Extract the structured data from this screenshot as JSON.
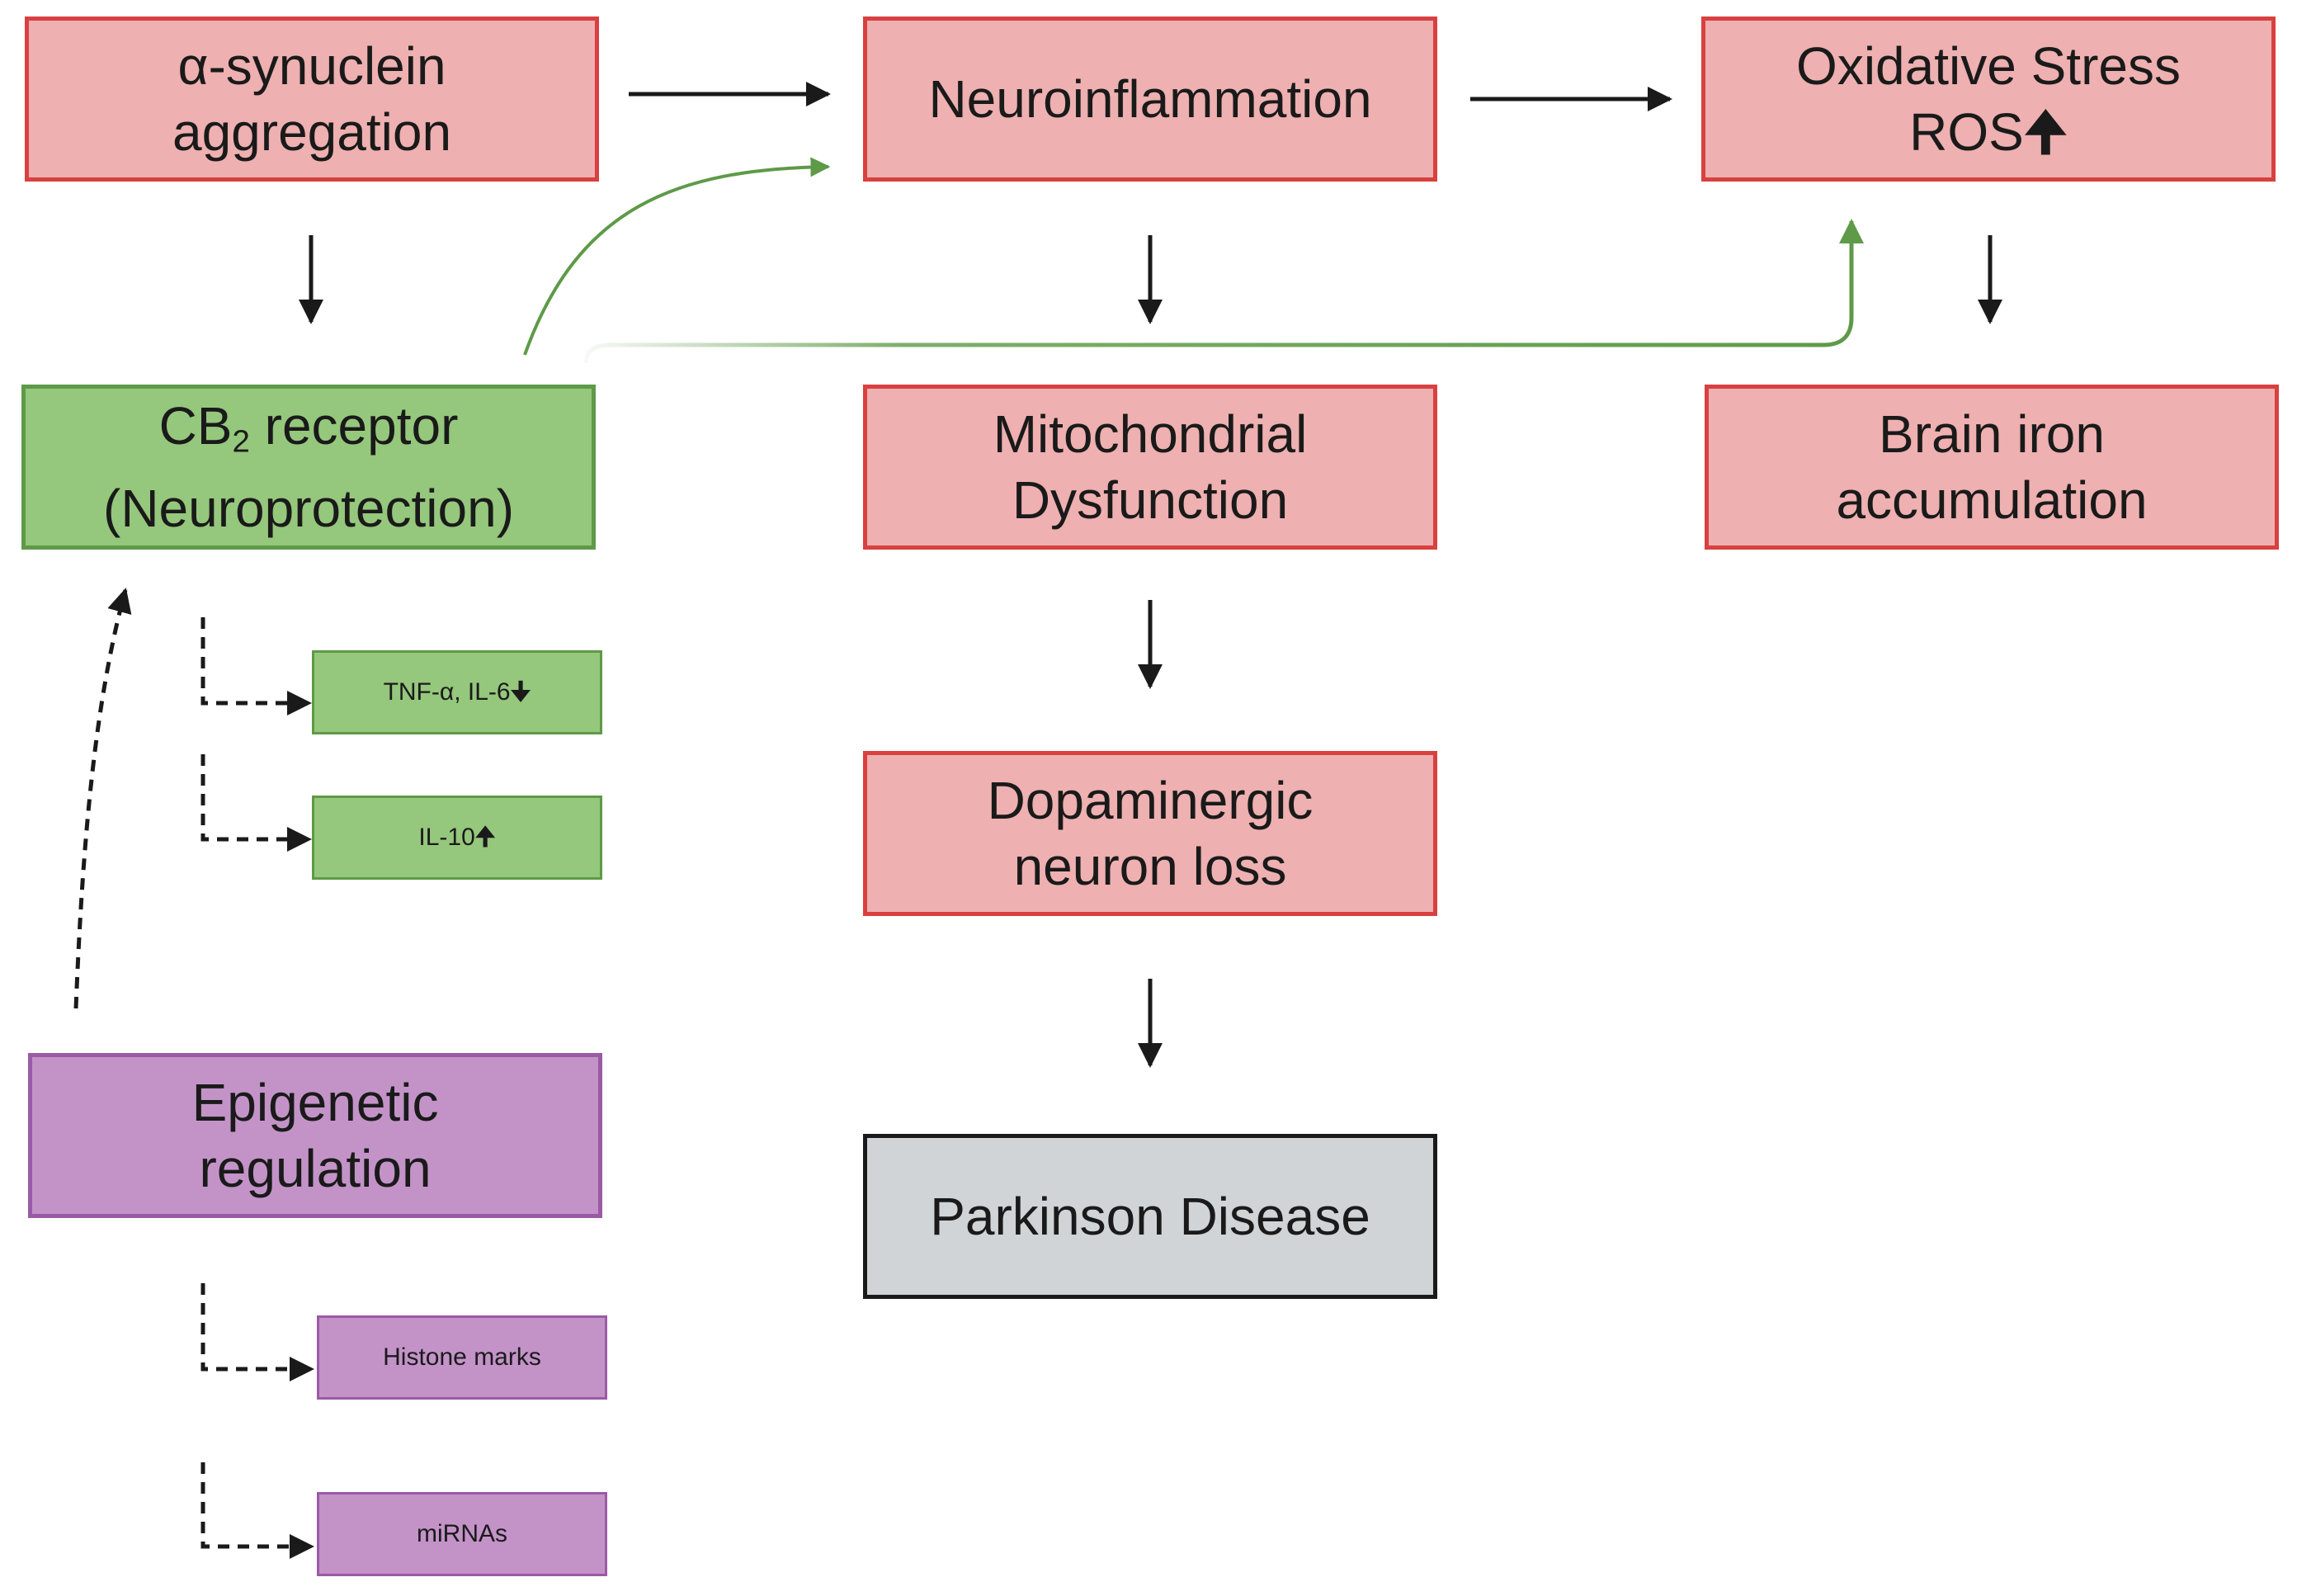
{
  "nodes": {
    "synuclein": {
      "line1": "α-synuclein",
      "line2": "aggregation"
    },
    "neuroinflammation": {
      "line1": "Neuroinflammation"
    },
    "oxidative": {
      "line1": "Oxidative Stress",
      "line2": "ROS",
      "arrow": "🠉"
    },
    "cb2": {
      "prefix": "CB",
      "sub": "2",
      "suffix": " receptor",
      "line2": "(Neuroprotection)"
    },
    "mito": {
      "line1": "Mitochondrial",
      "line2": "Dysfunction"
    },
    "iron": {
      "line1": "Brain iron",
      "line2": "accumulation"
    },
    "tnf": {
      "label": "TNF-α, IL-6",
      "arrow": "🠋"
    },
    "il10": {
      "label": "IL-10",
      "arrow": "🠉"
    },
    "dopa": {
      "line1": "Dopaminergic",
      "line2": "neuron loss"
    },
    "epigenetic": {
      "line1": "Epigenetic",
      "line2": "regulation"
    },
    "parkinson": {
      "line1": "Parkinson Disease"
    },
    "histone": {
      "label": "Histone marks"
    },
    "mirna": {
      "label": "miRNAs"
    }
  },
  "colors": {
    "red_fill": "#eeb0b0",
    "red_border": "#d94040",
    "green_fill": "#95c77c",
    "green_border": "#5e9a48",
    "purple_fill": "#c393c8",
    "purple_border": "#9a5aa4",
    "grey_fill": "#d0d4d7",
    "arrow_black": "#1a1a1a",
    "arrow_green": "#5e9a48"
  }
}
